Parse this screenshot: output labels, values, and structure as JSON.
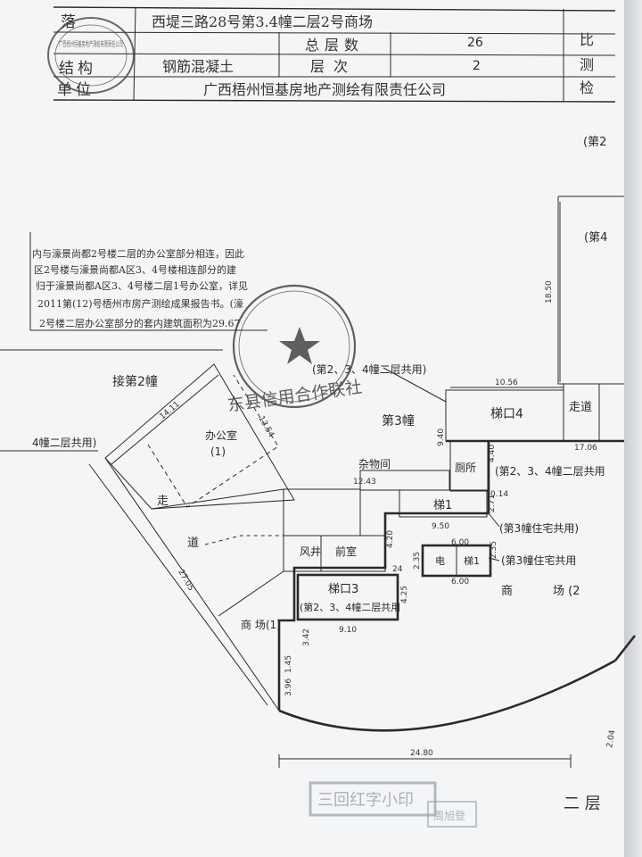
{
  "header": {
    "label_location": "落",
    "location": "西堤三路28号第3.4幢二层2号商场",
    "stamp_small": "广西梧州恒基房地产测绘有限责任公司",
    "label_total_floors": "总层数",
    "total_floors": "26",
    "label_ratio": "比",
    "label_structure": "结构",
    "structure": "钢筋混凝土",
    "label_floor": "层次",
    "floor": "2",
    "label_survey": "测",
    "label_unit": "单位",
    "unit": "广西梧州恒基房地产测绘有限责任公司",
    "label_check": "检"
  },
  "notes": [
    "内与濠景尚都2号楼二层的办公室部分相连，因此",
    "区2号楼与濠景尚都A区3、4号楼相连部分的建",
    "归于濠景尚都A区3、4号楼二层1号办公室，详见",
    "2011第(12)号梧州市房产测绘成果报告书。(濠",
    "2号楼二层办公室部分的套内建筑面积为29.67"
  ],
  "seal_text": "东县信用合作联社",
  "labels": {
    "ref2": "(第2",
    "ref4": "(第4",
    "link2": "接第2幢",
    "shared_34_left": "4幢二层共用)",
    "office": "办公室",
    "office_no": "(1)",
    "corridor1": "走",
    "corridor2": "道",
    "shared_234_top": "(第2、3、4幢二层共用)",
    "building3": "第3幢",
    "stair4": "梯口4",
    "walkway": "走道",
    "storage": "杂物间",
    "toilet": "厕所",
    "shared_234_right": "(第2、3、4幢二层共用",
    "stair1_top": "梯1",
    "res3_a": "(第3幢住宅共用)",
    "shaft": "风井",
    "lobby": "前室",
    "elevator": "电",
    "stair1_small": "梯1",
    "res3_b": "(第3幢住宅共用",
    "stair3": "梯口3",
    "shared_234_bottom": "(第2、3、4幢二层共用",
    "mall_right": "商",
    "mall_right2": "场 (2",
    "mall1": "商 场(1)",
    "floor_label": "二 层",
    "bottom_stamp": "三回红字小印",
    "bottom_stamp2": "周旭登"
  },
  "dims": {
    "d1850": "18.50",
    "d1056": "10.56",
    "d1411": "14.11",
    "d1354": "13.54",
    "d940": "9.40",
    "d440": "4.40",
    "d1706": "17.06",
    "d1243": "12.43",
    "d271": "2.71",
    "d014": "0.14",
    "d950": "9.50",
    "d600a": "6.00",
    "d600b": "6.00",
    "d235a": "2.35",
    "d235b": "2.35",
    "d420": "4.20",
    "d024": "24",
    "d425": "4.25",
    "d2705": "27.05",
    "d910": "9.10",
    "d342": "3.42",
    "d145": "1.45",
    "d396": "3.96",
    "d2480": "24.80",
    "d204": "2.04"
  },
  "colors": {
    "ink": "#2a2a2a",
    "seal": "#3a3a3a",
    "paper": "#f4f5f6"
  }
}
